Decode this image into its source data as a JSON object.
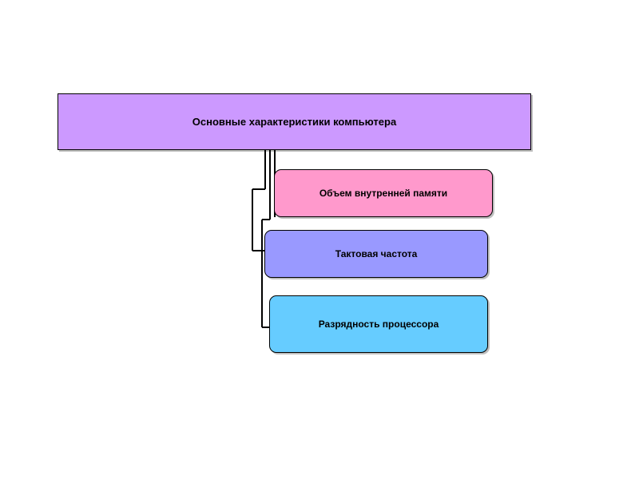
{
  "diagram": {
    "root": {
      "label": "Основные характеристики компьютера",
      "color": "#cc99ff"
    },
    "children": [
      {
        "label": "Объем внутренней памяти",
        "color": "#ff99cc"
      },
      {
        "label": "Тактовая частота",
        "color": "#9999ff"
      },
      {
        "label": "Разрядность процессора",
        "color": "#66ccff"
      }
    ],
    "connector_color": "#000000"
  }
}
